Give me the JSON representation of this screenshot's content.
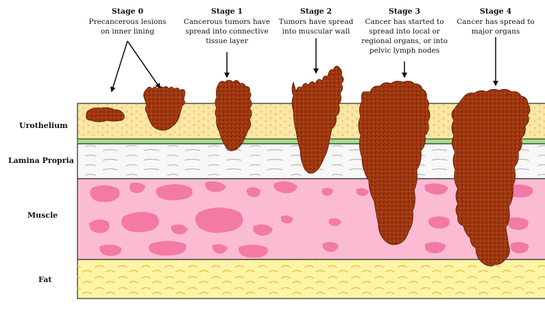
{
  "stages": [
    {
      "title": "Stage 0",
      "lines": [
        "Precancerous lesions",
        "on inner lining"
      ]
    },
    {
      "title": "Stage 1",
      "lines": [
        "Cancerous tumors have",
        "spread into connective",
        "tissue layer"
      ]
    },
    {
      "title": "Stage 2",
      "lines": [
        "Tumors have spread",
        "into muscular wall"
      ]
    },
    {
      "title": "Stage 3",
      "lines": [
        "Cancer has started to",
        "spread into local or",
        "regional organs, or into",
        "pelvic lymph nodes"
      ]
    },
    {
      "title": "Stage 4",
      "lines": [
        "Cancer has spread to",
        "major organs"
      ]
    }
  ],
  "layers": [
    {
      "label": "Urothelium"
    },
    {
      "label": "Lamina Propria"
    },
    {
      "label": "Muscle"
    },
    {
      "label": "Fat"
    }
  ],
  "colors": {
    "urothelium": "#fbe7a4",
    "urothelium_dots": "#efc98a",
    "basement_membrane": "#a6dc8c",
    "lamina": "#f7f7f7",
    "lamina_lines": "#b9b9b9",
    "muscle": "#fbbbd2",
    "muscle_blobs": "#f27aa5",
    "fat": "#fdf4a8",
    "fat_dashes": "#ecd25a",
    "tumor": "#a13810",
    "tumor_dark": "#6e1f05"
  }
}
